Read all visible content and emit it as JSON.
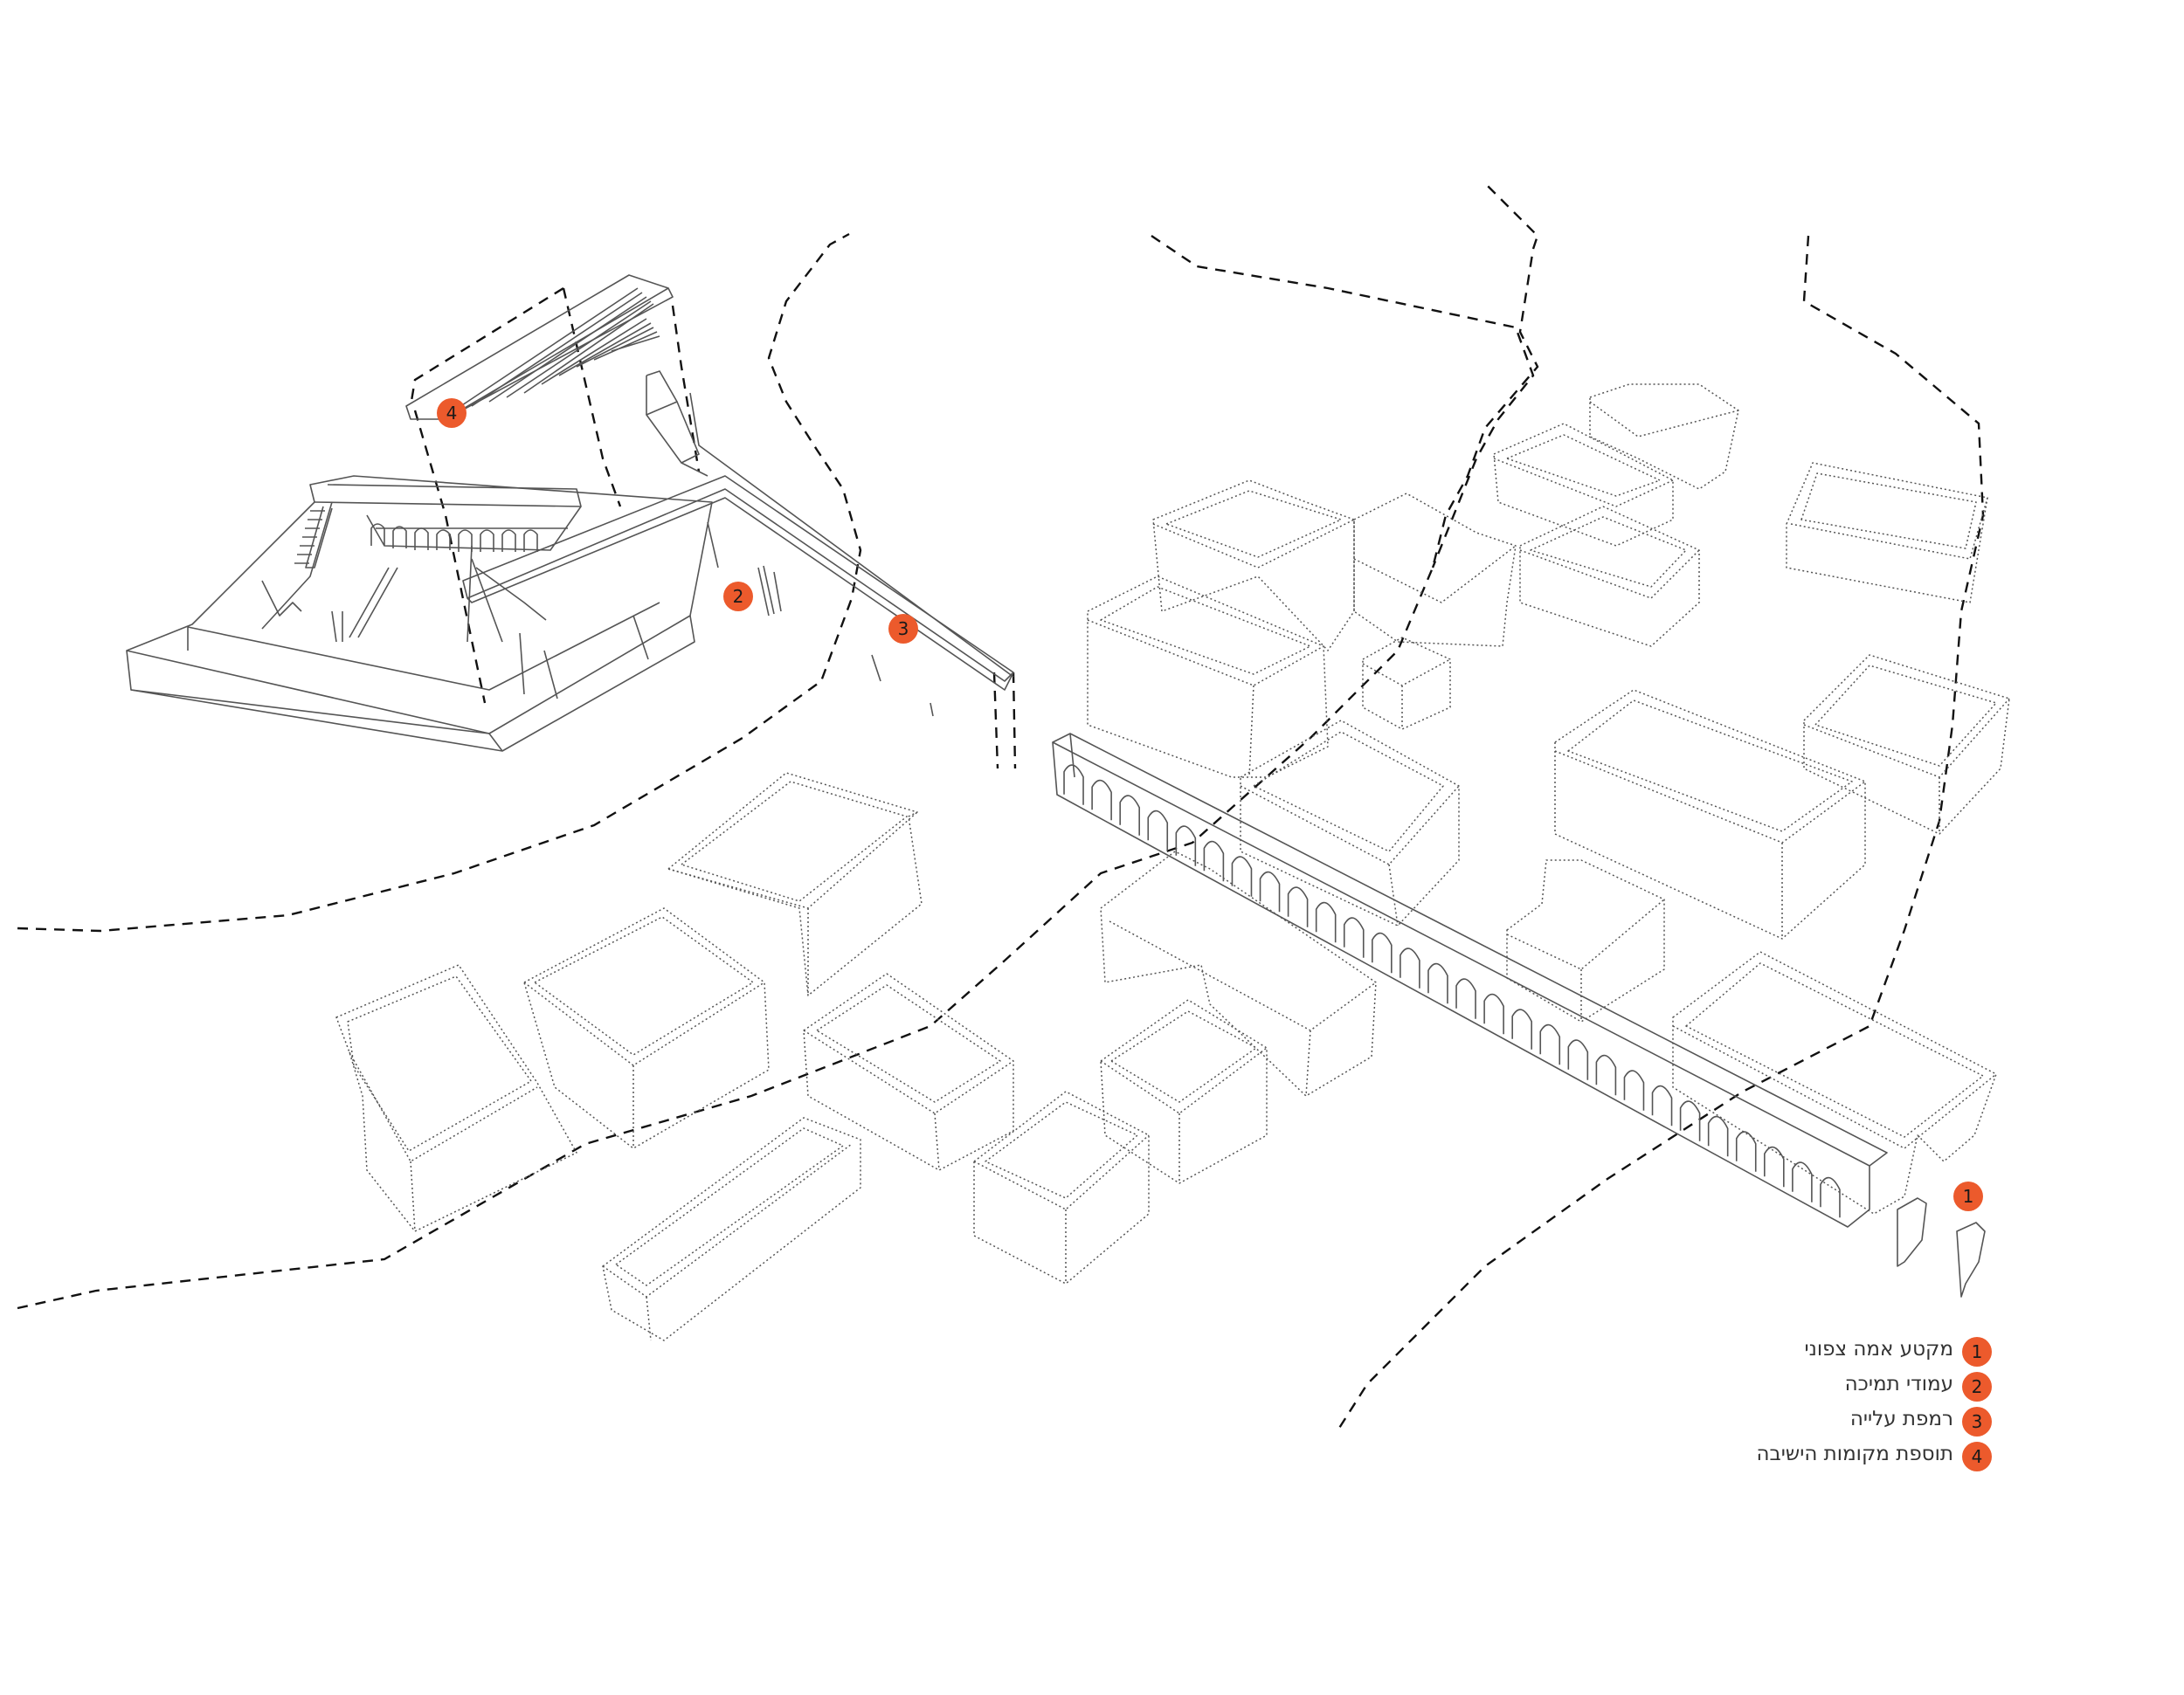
{
  "markers": [
    {
      "number": "1"
    },
    {
      "number": "2"
    },
    {
      "number": "3"
    },
    {
      "number": "4"
    }
  ],
  "legend": [
    {
      "number": "1",
      "label": "מקטע אמה צפוני"
    },
    {
      "number": "2",
      "label": "עמודי תמיכה"
    },
    {
      "number": "3",
      "label": "רמפת עלייה"
    },
    {
      "number": "4",
      "label": "תוספת מקומות הישיבה"
    }
  ],
  "colors": {
    "accent": "#ec5a2c",
    "line": "#555555",
    "background": "#ffffff"
  }
}
